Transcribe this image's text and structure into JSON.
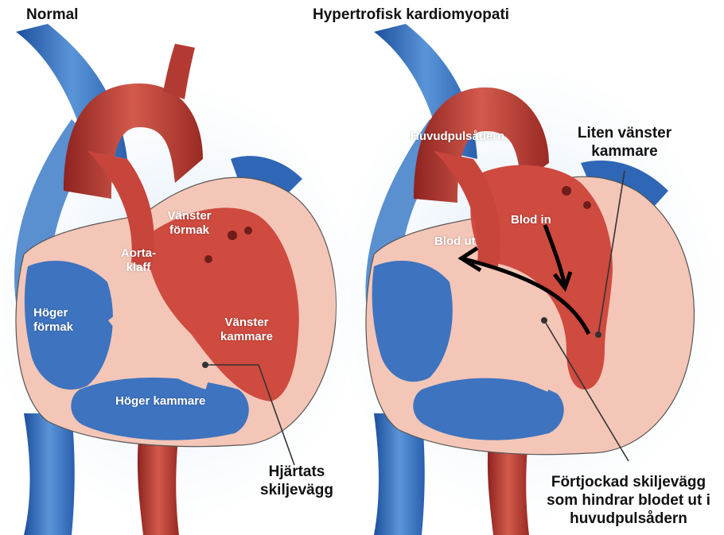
{
  "panels": {
    "normal": {
      "title": "Normal",
      "labels": {
        "vanster_formak_1": "Vänster",
        "vanster_formak_2": "förmak",
        "aortaklaff_1": "Aorta-",
        "aortaklaff_2": "klaff",
        "hoger_formak_1": "Höger",
        "hoger_formak_2": "förmak",
        "vanster_kammare_1": "Vänster",
        "vanster_kammare_2": "kammare",
        "hoger_kammare": "Höger kammare",
        "septum_1": "Hjärtats",
        "septum_2": "skiljevägg"
      }
    },
    "hcm": {
      "title": "Hypertrofisk kardiomyopati",
      "labels": {
        "huvudpulsadern": "Huvudpulsådern",
        "blod_in": "Blod in",
        "blod_ut": "Blod ut",
        "liten_1": "Liten vänster",
        "liten_2": "kammare",
        "thick_1": "Förtjockad skiljevägg",
        "thick_2": "som hindrar blodet ut i",
        "thick_3": "huvudpulsådern"
      }
    }
  },
  "colors": {
    "vein_blue": "#3b78c4",
    "aorta_red": "#c23c35",
    "muscle_pink": "#f4c6b7",
    "cavity_red": "#cf4a3f",
    "cavity_blue": "#3e73bf",
    "outline": "#333333"
  }
}
